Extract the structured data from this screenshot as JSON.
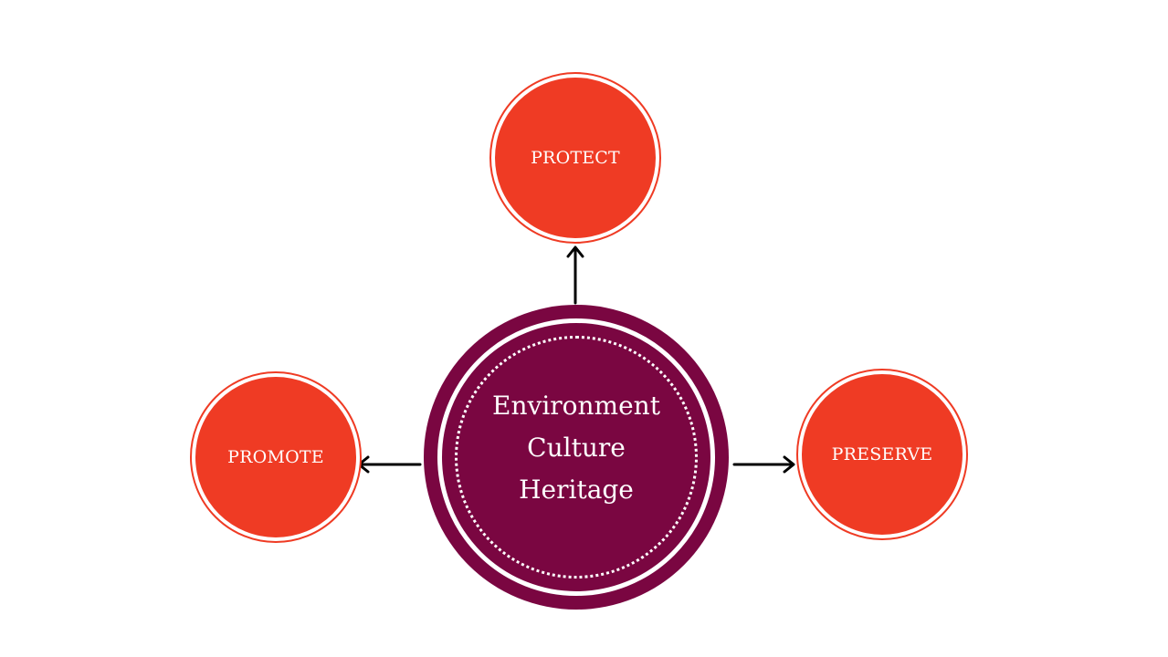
{
  "colors": {
    "accent": "#ef3b24",
    "hub": "#7a0641",
    "arrow": "#000000"
  },
  "hub": {
    "lines": [
      "Environment",
      "Culture",
      "Heritage"
    ]
  },
  "nodes": {
    "protect": "PROTECT",
    "promote": "PROMOTE",
    "preserve": "PRESERVE"
  }
}
